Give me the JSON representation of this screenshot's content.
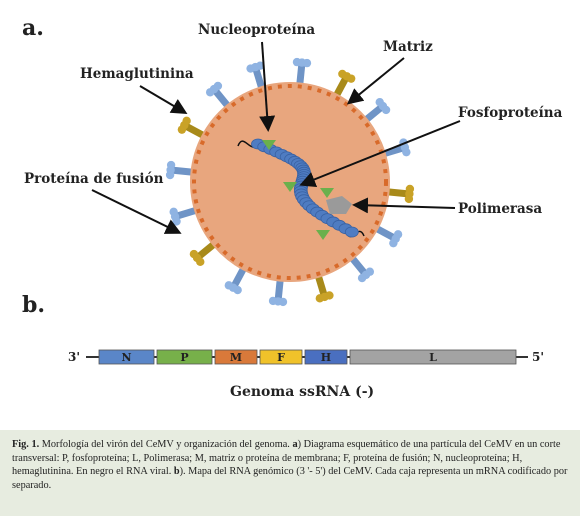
{
  "panel_a": {
    "letter": "a.",
    "labels": {
      "nucleoproteina": "Nucleoproteína",
      "matriz": "Matriz",
      "hemaglutinina": "Hemaglutinina",
      "fosfoproteina": "Fosfoproteína",
      "proteina_fusion": "Proteína de fusión",
      "polimerasa": "Polimerasa"
    }
  },
  "panel_b": {
    "letter": "b.",
    "end_left": "3'",
    "end_right": "5'",
    "genes": [
      {
        "label": "N",
        "color": "#5a86c8"
      },
      {
        "label": "P",
        "color": "#77b04a"
      },
      {
        "label": "M",
        "color": "#d9793a"
      },
      {
        "label": "F",
        "color": "#f0c22a"
      },
      {
        "label": "H",
        "color": "#4a6fc0"
      },
      {
        "label": "L",
        "color": "#a3a3a3"
      }
    ],
    "genome_label": "Genoma ssRNA (-)"
  },
  "caption": {
    "fig": "Fig. 1.",
    "intro": " Morfología del virón del CeMV y organización del genoma. ",
    "a_letter": "a",
    "a_text": ") Diagrama esquemático de una partícula del CeMV en un corte transversal: P, fosfoproteína; L, Polimerasa; M, matriz o proteína de membrana; F, proteína de fusión; N, nucleoproteína; H, hemaglutinina. En negro el RNA viral. ",
    "b_letter": "b",
    "b_text": "). Mapa del RNA genómico (3 '- 5') del CeMV. Cada caja representa un mRNA codificado por separado."
  },
  "colors": {
    "virion_fill": "#e8a67e",
    "matrix_dots": "#d86a2a",
    "hemagglutinin_stalk": "#6f94c6",
    "hemagglutinin_head": "#8fb3e2",
    "fusion_stalk": "#a88a1a",
    "fusion_head": "#c9a227",
    "nucleoprotein": "#4f7cc2",
    "phosphoprotein": "#6ab04c",
    "polymerase": "#9a9a9a"
  }
}
